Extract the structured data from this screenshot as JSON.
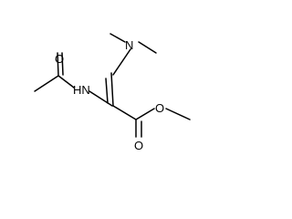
{
  "molecule": {
    "atoms": {
      "amine_n": "N",
      "amide_nh": "HN",
      "amide_o": "O",
      "ester_o_carbonyl": "O",
      "ester_o_methoxy": "O"
    }
  }
}
